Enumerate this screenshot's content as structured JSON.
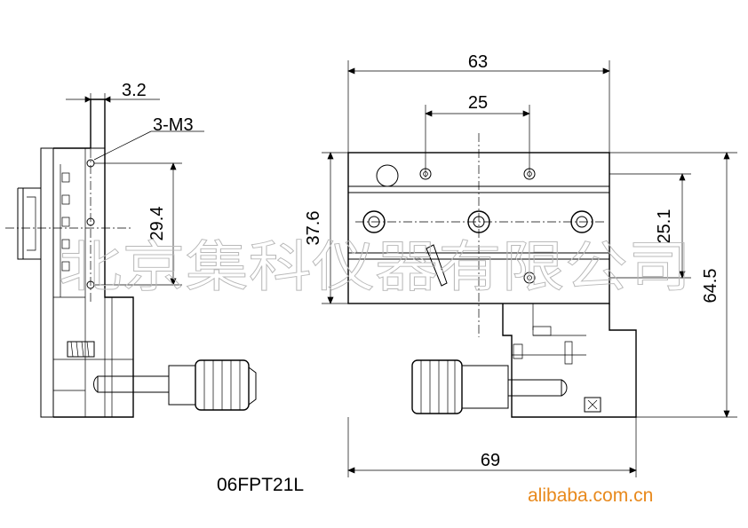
{
  "dimensions": {
    "top_width": "63",
    "hole_spacing": "25",
    "height_left": "37.6",
    "height_inner": "25.1",
    "height_total": "64.5",
    "bottom_width": "69",
    "side_offset": "3.2",
    "screw_callout": "3-M3",
    "side_hole_span": "29.4"
  },
  "model": "06FPT21L",
  "watermark": "北京集科仪器有限公司",
  "site": "alibaba.com.cn",
  "colors": {
    "line": "#000000",
    "watermark": "#b8b8b8",
    "site": "#e8891c"
  }
}
